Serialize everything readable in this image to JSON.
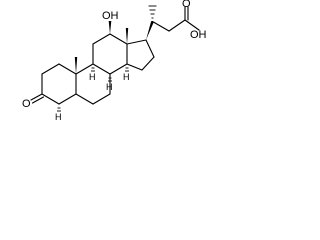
{
  "molecule": {
    "atoms": {
      "hydroxyl_12": "OH",
      "ketone_o_3": "O",
      "acid_oh": "OH",
      "acid_o": "O",
      "h_5": "H",
      "h_8": "H",
      "h_9": "H",
      "h_14": "H"
    }
  }
}
